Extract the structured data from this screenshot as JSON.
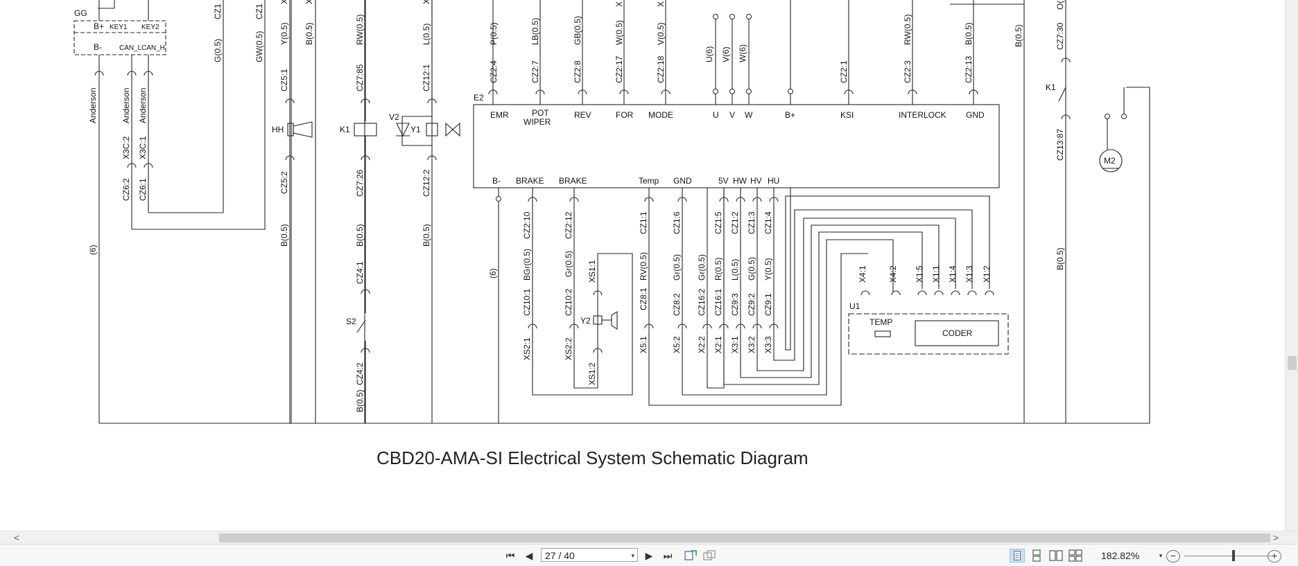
{
  "document": {
    "title": "CBD20-AMA-SI Electrical System Schematic Diagram",
    "controller": {
      "name": "E2",
      "top_pins": [
        "EMR",
        "POT",
        "WIPER",
        "REV",
        "FOR",
        "MODE",
        "U",
        "V",
        "W",
        "B+",
        "KSI",
        "INTERLOCK",
        "GND"
      ],
      "bottom_pins": [
        "B-",
        "BRAKE",
        "BRAKE",
        "Temp",
        "GND",
        "5V",
        "HW",
        "HV",
        "HU"
      ]
    },
    "key_switch": {
      "label": "GG",
      "pins": [
        "B+",
        "KEY1",
        "KEY2",
        "B-",
        "CAN_L",
        "CAN_H"
      ]
    },
    "components": {
      "horn": "HH",
      "relay": "K1",
      "relay_right": "K1",
      "valve_diode": "V2",
      "valve": "Y1",
      "brake_coil": "Y2",
      "switch": "S2",
      "motor": "M2",
      "unit": "U1",
      "temp": "TEMP",
      "coder": "CODER"
    },
    "wire_labels": {
      "top_connectors": [
        "CZ2:4",
        "CZ2:7",
        "CZ2:8",
        "CZ2:17",
        "CZ2:18",
        "CZ2:1",
        "CZ2:3",
        "CZ2:13"
      ],
      "top_wires": [
        "P(0.5)",
        "LB(0.5)",
        "GB(0.5)",
        "W(0.5)",
        "V(0.5)",
        "U(6)",
        "V(6)",
        "W(6)",
        "RW(0.5)",
        "B(0.5)"
      ],
      "left_wires": [
        "Anderson",
        "Anderson",
        "Anderson",
        "X3C:2",
        "X3C:1",
        "CZ6:2",
        "CZ6:1",
        "(6)",
        "G(0.5)",
        "GW(0.5)",
        "CZ1",
        "CZ1",
        "Y(0.5)",
        "B(0.5)",
        "CZ5:1",
        "CZ5:2",
        "B(0.5)"
      ],
      "k1_wires": [
        "RW(0.5)",
        "CZ7:85",
        "CZ7:26",
        "B(0.5)",
        "CZ4:1",
        "B(0.5)",
        "CZ4:2"
      ],
      "y1_wires": [
        "L(0.5)",
        "CZ12:1",
        "CZ12:2",
        "B(0.5)"
      ],
      "bottom_connectors": [
        "CZ2:10",
        "CZ2:12",
        "CZ1:1",
        "CZ1:6",
        "CZ1:5",
        "CZ1:2",
        "CZ1:3",
        "CZ1:4"
      ],
      "bottom_wires": [
        "(6)",
        "BGr(0.5)",
        "Gr(0.5)",
        "RV(0.5)",
        "Gr(0.5)",
        "Gr(0.5)",
        "R(0.5)",
        "L(0.5)",
        "G(0.5)",
        "Y(0.5)"
      ],
      "lower_connectors": [
        "CZ10:1",
        "CZ10:2",
        "CZ8:1",
        "CZ8:2",
        "CZ16:2",
        "CZ16:1",
        "CZ9:3",
        "CZ9:2",
        "CZ9:1"
      ],
      "xs_connectors": [
        "XS2:1",
        "XS2:2",
        "XS1:1",
        "XS1:2",
        "X5:1",
        "X5:2",
        "X2:2",
        "X2:1",
        "X3:1",
        "X3:2",
        "X3:3"
      ],
      "coder_pins": [
        "X4:1",
        "X4:2",
        "X1:5",
        "X1:1",
        "X1:4",
        "X1:3",
        "X1:2"
      ],
      "right_wires": [
        "B(0.5)",
        "CZ7:30",
        "O(",
        "CZ13:87",
        "B(0.5)"
      ],
      "cut_top": [
        "X",
        "X",
        "X",
        "X",
        "X"
      ]
    }
  },
  "toolbar": {
    "page_value": "27 / 40",
    "zoom_label": "182.82%",
    "zoom_out_symbol": "−",
    "zoom_in_symbol": "+",
    "first_page_symbol": "⏮",
    "prev_page_symbol": "◀",
    "next_page_symbol": "▶",
    "last_page_symbol": "⏭",
    "dropdown_symbol": "▾"
  },
  "scrollbar": {
    "left_arrow": "<",
    "right_arrow": ">"
  },
  "colors": {
    "line": "#222222",
    "selected_view": "#cfe0f5"
  },
  "icons": [
    "first-page-icon",
    "prev-page-icon",
    "next-page-icon",
    "last-page-icon",
    "rotate-icon",
    "export-icon",
    "single-page-icon",
    "continuous-page-icon",
    "facing-page-icon",
    "continuous-facing-icon",
    "zoom-out-icon",
    "zoom-in-icon"
  ]
}
